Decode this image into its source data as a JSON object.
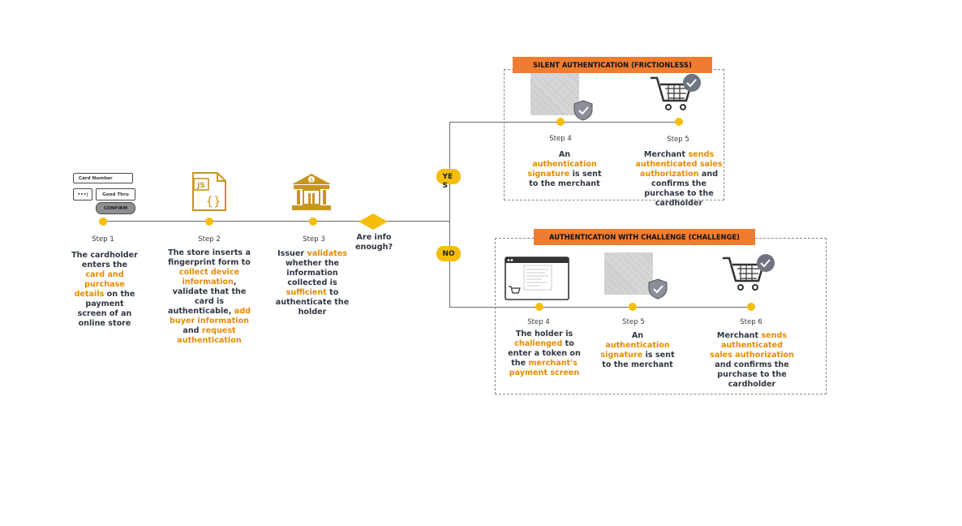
{
  "card_form": {
    "card_number": "Card Number",
    "cvv": "•••|",
    "good_thru": "Good Thru",
    "confirm": "CONFIRM"
  },
  "main_flow": [
    {
      "step": "Step 1",
      "parts": [
        [
          "The cardholder enters the ",
          false
        ],
        [
          "card and purchase details",
          true
        ],
        [
          " on the payment screen of an online store",
          false
        ]
      ]
    },
    {
      "step": "Step 2",
      "parts": [
        [
          "The store inserts a fingerprint form to ",
          false
        ],
        [
          "collect device information",
          true
        ],
        [
          ", validate that the card is authenticable, ",
          false
        ],
        [
          "add buyer information",
          true
        ],
        [
          " and ",
          false
        ],
        [
          "request authentication",
          true
        ]
      ]
    },
    {
      "step": "Step 3",
      "parts": [
        [
          "Issuer ",
          false
        ],
        [
          "validates",
          true
        ],
        [
          " whether the information collected is ",
          false
        ],
        [
          "sufficient",
          true
        ],
        [
          " to authenticate the holder",
          false
        ]
      ]
    }
  ],
  "decision": {
    "question": "Are info enough?",
    "yes": "YES",
    "no": "NO"
  },
  "js_icon": {
    "label": "JS",
    "braces": "{}"
  },
  "bank_icon": {
    "symbol": "$"
  },
  "silent": {
    "title": "SILENT AUTHENTICATION (FRICTIONLESS)",
    "steps": [
      {
        "step": "Step 4",
        "parts": [
          [
            "An ",
            false
          ],
          [
            "authentication signature",
            true
          ],
          [
            " is sent to the merchant",
            false
          ]
        ]
      },
      {
        "step": "Step 5",
        "parts": [
          [
            "Merchant ",
            false
          ],
          [
            "sends authenticated sales authorization",
            true
          ],
          [
            " and confirms the purchase to the cardholder",
            false
          ]
        ]
      }
    ]
  },
  "challenge": {
    "title": "AUTHENTICATION WITH CHALLENGE (CHALLENGE)",
    "steps": [
      {
        "step": "Step 4",
        "parts": [
          [
            "The holder is ",
            false
          ],
          [
            "challenged",
            true
          ],
          [
            " to enter a token on the ",
            false
          ],
          [
            "merchant's payment screen",
            true
          ]
        ]
      },
      {
        "step": "Step 5",
        "parts": [
          [
            "An ",
            false
          ],
          [
            "authentication signature",
            true
          ],
          [
            " is sent to the merchant",
            false
          ]
        ]
      },
      {
        "step": "Step 6",
        "parts": [
          [
            "Merchant ",
            false
          ],
          [
            "sends authenticated sales authorization",
            true
          ],
          [
            " and confirms the purchase to the cardholder",
            false
          ]
        ]
      }
    ]
  },
  "colors": {
    "accent": "#f5be0b",
    "highlight": "#e68a00",
    "banner": "#ef7d31",
    "icon_gold": "#c8961e"
  }
}
